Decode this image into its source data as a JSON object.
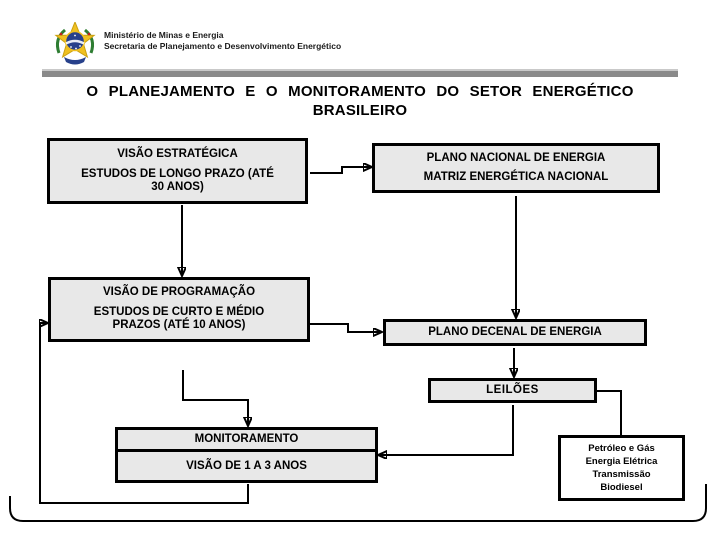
{
  "header": {
    "ministry": "Ministério de Minas e Energia",
    "secretariat": "Secretaria de Planejamento e Desenvolvimento Energético"
  },
  "title": {
    "line1": "O PLANEJAMENTO E O MONITORAMENTO DO SETOR ENERGÉTICO",
    "line2": "BRASILEIRO"
  },
  "diagram": {
    "visao_estrategica": {
      "title": "VISÃO ESTRATÉGICA",
      "subtitle_line1": "ESTUDOS DE LONGO PRAZO (ATÉ",
      "subtitle_line2": "30 ANOS)"
    },
    "plano_nacional": {
      "line1": "PLANO NACIONAL DE ENERGIA",
      "line2": "MATRIZ ENERGÉTICA NACIONAL"
    },
    "visao_programacao": {
      "title": "VISÃO DE PROGRAMAÇÃO",
      "subtitle_line1": "ESTUDOS DE CURTO E MÉDIO",
      "subtitle_line2": "PRAZOS (ATÉ 10 ANOS)"
    },
    "plano_decenal": {
      "label": "PLANO DECENAL DE ENERGIA"
    },
    "leiloes": {
      "label": "LEILÕES"
    },
    "monitoramento": {
      "title": "MONITORAMENTO",
      "subtitle": "VISÃO DE 1 A 3 ANOS"
    },
    "setores": {
      "lines": [
        "Petróleo e Gás",
        "Energia Elétrica",
        "Transmissão",
        "Biodiesel"
      ]
    }
  },
  "colors": {
    "box_fill": "#e8e8e8",
    "box_border": "#000000",
    "connector": "#000000",
    "header_bar": "#8a8a8a",
    "title_text": "#000000",
    "emblem_blue": "#27408b",
    "emblem_yellow": "#f0c020",
    "emblem_green": "#2e7d32"
  }
}
